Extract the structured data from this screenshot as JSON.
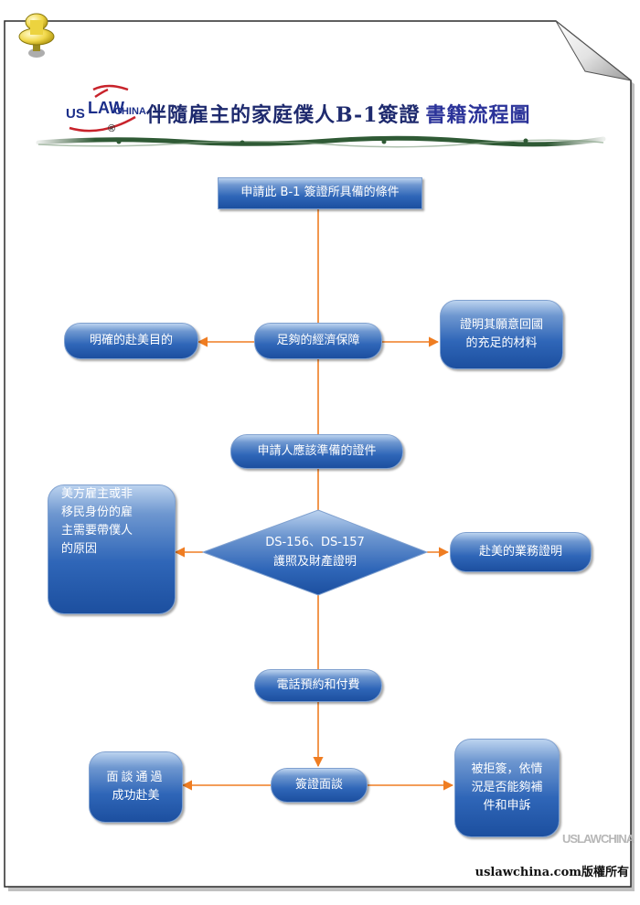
{
  "header": {
    "title_main": "伴隨雇主的家庭僕人B-1簽證",
    "title_sub": "書籍流程圖",
    "logo": {
      "us": "US",
      "law": "LAW",
      "china": "CHINA",
      "reg": "®"
    }
  },
  "flow": {
    "conditions": "申請此 B-1 簽證所具備的條件",
    "purpose": "明確的赴美目的",
    "finance": "足夠的經濟保障",
    "return_l1": "證明其願意回國",
    "return_l2": "的充足的材料",
    "documents": "申請人應該準備的證件",
    "reason_l1": "美方雇主或非",
    "reason_l2": "移民身份的雇",
    "reason_l3": "主需要帶僕人",
    "reason_l4": "的原因",
    "ds_l1": "DS-156、DS-157",
    "ds_l2": "護照及財產證明",
    "business": "赴美的業務證明",
    "appointment": "電話預約和付費",
    "interview": "簽證面談",
    "success_l1": "面談通過",
    "success_l2": "成功赴美",
    "refused_l1": "被拒簽，依情",
    "refused_l2": "況是否能夠補",
    "refused_l3": "件和申訴"
  },
  "footer": {
    "copyright": "uslawchina.com版權所有",
    "watermark": "USLAWCHINA"
  },
  "colors": {
    "node_top": "#6e97d0",
    "node_bottom": "#1c4f9f",
    "arrow": "#ef7d22",
    "title": "#1e2a6e"
  }
}
